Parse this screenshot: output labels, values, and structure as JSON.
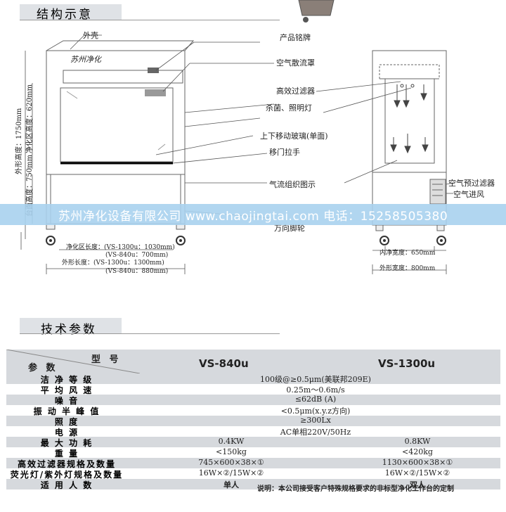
{
  "section1": {
    "title": "结构示意"
  },
  "section2": {
    "title": "技术参数"
  },
  "front_labels": {
    "shell": "外壳",
    "brand_plate": "产品铭牌",
    "plate_text": "苏州净化",
    "air_diffuser": "空气散流罩",
    "hepa": "高效过滤器",
    "lamp": "杀菌、照明灯",
    "glass": "上下移动玻璃(单面)",
    "handle": "移门拉手",
    "airflow": "气流组织图示",
    "wheel": "万向脚轮"
  },
  "side_labels": {
    "prefilter": "空气预过滤器",
    "intake": "空气进风",
    "inner_width": "内净宽度：650mm",
    "outer_width": "外形宽度：800mm"
  },
  "dims": {
    "total_height": "外形高度：1750mm",
    "clean_height": "净化区高度：620mm",
    "table_height": "台面高度：750mm",
    "clean_len_1": "净化区长度：(VS-1300u：1030mm)",
    "clean_len_2": "(VS-840u：700mm)",
    "outer_len_1": "外形长度：(VS-1300u：1300mm)",
    "outer_len_2": "(VS-840u：880mm)"
  },
  "banner": {
    "text": "苏州净化设备有限公司   www.chaojingtai.com  电话：15258505380"
  },
  "spec": {
    "header_model": "型 号",
    "header_param": "参 数",
    "model_1": "VS-840u",
    "model_2": "VS-1300u",
    "rows": [
      {
        "name": "洁 净 等 级",
        "common": "100级@≥0.5μm(美联邦209E)"
      },
      {
        "name": "平 均 风 速",
        "common": "0.25m～0.6m/s"
      },
      {
        "name": "噪 音",
        "common": "≤62dB (A)"
      },
      {
        "name": "振 动 半 峰 值",
        "common": "<0.5μm(x.y.z方向)"
      },
      {
        "name": "照 度",
        "common": "≥300Lx"
      },
      {
        "name": "电 源",
        "common": "AC单相220V/50Hz"
      },
      {
        "name": "最 大 功 耗",
        "v1": "0.4KW",
        "v2": "0.8KW"
      },
      {
        "name": "重 量",
        "v1": "<150kg",
        "v2": "<420kg"
      },
      {
        "name": "高效过滤器规格及数量",
        "v1": "745×600×38×①",
        "v2": "1130×600×38×①"
      },
      {
        "name": "荧光灯/紫外灯规格及数量",
        "v1": "16W×②/15W×②",
        "v2": "16W×②/15W×②"
      },
      {
        "name": "适 用 人 数",
        "v1": "单人",
        "v2": "双人"
      }
    ],
    "note": "说明：本公司接受客户特殊规格要求的非标型净化工作台的定制"
  }
}
